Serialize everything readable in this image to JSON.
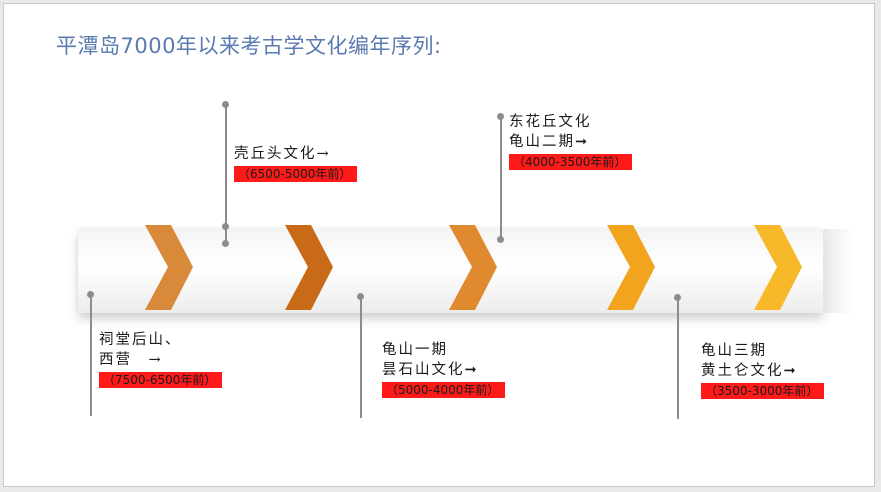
{
  "title": "平潭岛7000年以来考古学文化编年序列:",
  "colors": {
    "date_bg": "#ff1a1a",
    "title": "#5a7ab0",
    "chevrons": [
      "#d8893a",
      "#c86a18",
      "#e08a30",
      "#f3a41e",
      "#f7b92a"
    ]
  },
  "periods": [
    {
      "lines": [
        "壳丘头文化→"
      ],
      "date": "（6500-5000年前）"
    },
    {
      "lines": [
        "东花丘文化",
        "龟山二期➞"
      ],
      "date": "（4000-3500年前）"
    },
    {
      "lines": [
        "祠堂后山、",
        "西营　→"
      ],
      "date": "（7500-6500年前）"
    },
    {
      "lines": [
        "龟山一期",
        "昙石山文化➞"
      ],
      "date": "（5000-4000年前）"
    },
    {
      "lines": [
        "龟山三期",
        "黄土仑文化➞"
      ],
      "date": "（3500-3000年前）"
    }
  ]
}
